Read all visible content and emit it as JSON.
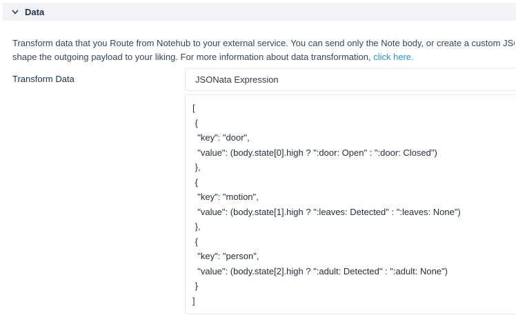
{
  "section": {
    "title": "Data"
  },
  "description": {
    "line1": "Transform data that you Route from Notehub to your external service. You can send only the Note body, or create a custom JSONata expression to",
    "line2_text": "shape the outgoing payload to your liking. For more information about data transformation, ",
    "link_text": "click here."
  },
  "transform": {
    "label": "Transform Data",
    "selected_option": "JSONata Expression",
    "expression_lines": [
      "[",
      " {",
      "  \"key\": \"door\",",
      "  \"value\": (body.state[0].high ? \":door: Open\" : \":door: Closed\")",
      " },",
      " {",
      "  \"key\": \"motion\",",
      "  \"value\": (body.state[1].high ? \":leaves: Detected\" : \":leaves: None\")",
      " },",
      " {",
      "  \"key\": \"person\",",
      "  \"value\": (body.state[2].high ? \":adult: Detected\" : \":adult: None\")",
      " }",
      "]"
    ]
  }
}
